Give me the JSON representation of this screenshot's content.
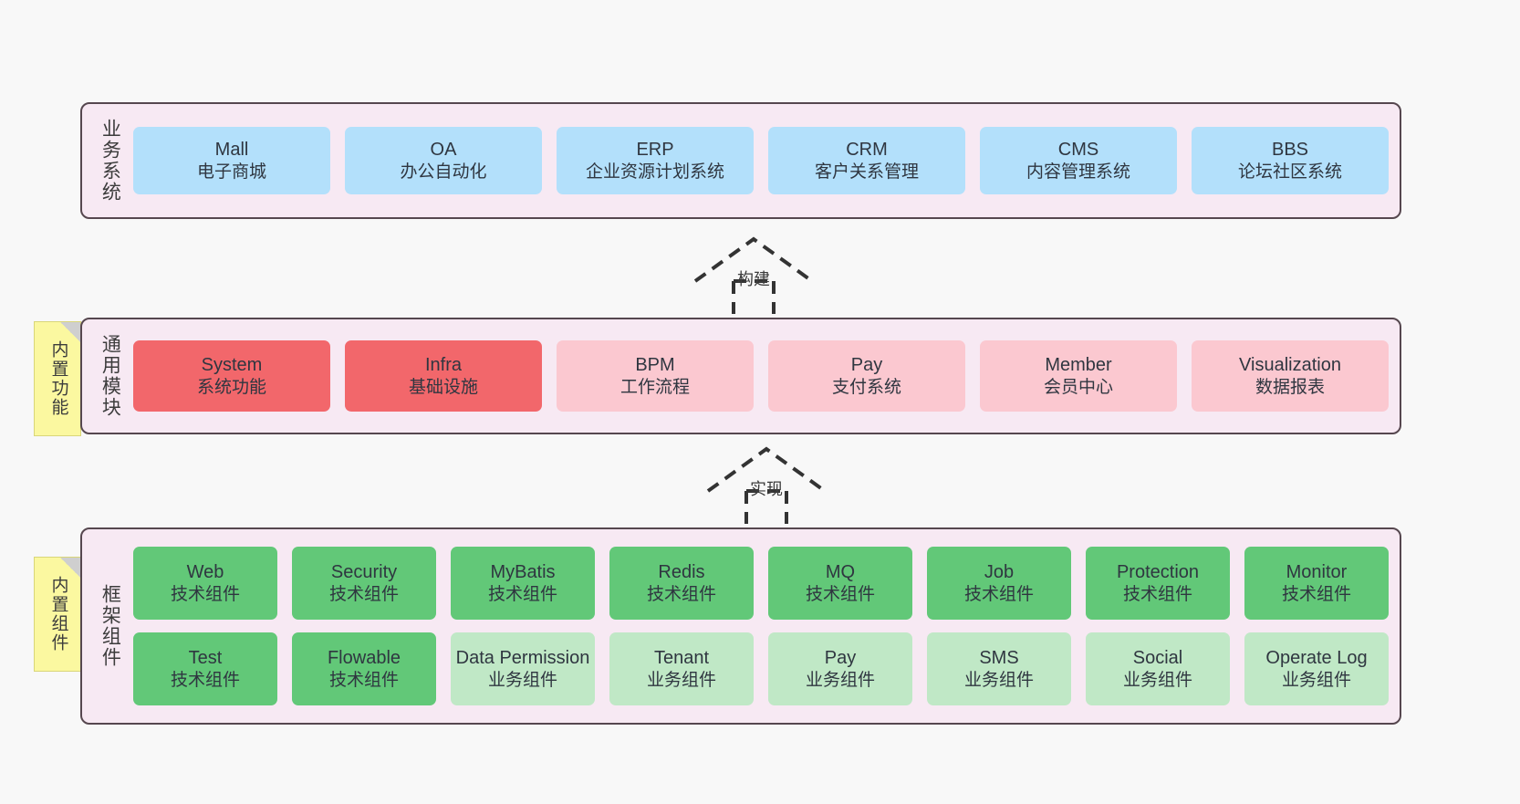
{
  "diagram": {
    "background": "#f8f8f8",
    "panel_bg": "#f7e9f3",
    "panel_border": "#56474f",
    "sticky_bg": "#fbf8a0"
  },
  "layers": [
    {
      "key": "business",
      "title": "业务系统",
      "sticky": null,
      "rows": [
        {
          "cells": [
            {
              "en": "Mall",
              "cn": "电子商城",
              "color": "#b3e0fb",
              "variant": "c-blue"
            },
            {
              "en": "OA",
              "cn": "办公自动化",
              "color": "#b3e0fb",
              "variant": "c-blue"
            },
            {
              "en": "ERP",
              "cn": "企业资源计划系统",
              "color": "#b3e0fb",
              "variant": "c-blue"
            },
            {
              "en": "CRM",
              "cn": "客户关系管理",
              "color": "#b3e0fb",
              "variant": "c-blue"
            },
            {
              "en": "CMS",
              "cn": "内容管理系统",
              "color": "#b3e0fb",
              "variant": "c-blue"
            },
            {
              "en": "BBS",
              "cn": "论坛社区系统",
              "color": "#b3e0fb",
              "variant": "c-blue"
            }
          ]
        }
      ]
    },
    {
      "key": "modules",
      "title": "通用模块",
      "sticky": "内置功能",
      "rows": [
        {
          "cells": [
            {
              "en": "System",
              "cn": "系统功能",
              "color": "#f2676b",
              "variant": "c-red"
            },
            {
              "en": "Infra",
              "cn": "基础设施",
              "color": "#f2676b",
              "variant": "c-red"
            },
            {
              "en": "BPM",
              "cn": "工作流程",
              "color": "#fbc8d0",
              "variant": "c-pink"
            },
            {
              "en": "Pay",
              "cn": "支付系统",
              "color": "#fbc8d0",
              "variant": "c-pink"
            },
            {
              "en": "Member",
              "cn": "会员中心",
              "color": "#fbc8d0",
              "variant": "c-pink"
            },
            {
              "en": "Visualization",
              "cn": "数据报表",
              "color": "#fbc8d0",
              "variant": "c-pink"
            }
          ]
        }
      ]
    },
    {
      "key": "framework",
      "title": "框架组件",
      "sticky": "内置组件",
      "rows": [
        {
          "cells": [
            {
              "en": "Web",
              "cn": "技术组件",
              "color": "#62c878",
              "variant": "c-green"
            },
            {
              "en": "Security",
              "cn": "技术组件",
              "color": "#62c878",
              "variant": "c-green"
            },
            {
              "en": "MyBatis",
              "cn": "技术组件",
              "color": "#62c878",
              "variant": "c-green"
            },
            {
              "en": "Redis",
              "cn": "技术组件",
              "color": "#62c878",
              "variant": "c-green"
            },
            {
              "en": "MQ",
              "cn": "技术组件",
              "color": "#62c878",
              "variant": "c-green"
            },
            {
              "en": "Job",
              "cn": "技术组件",
              "color": "#62c878",
              "variant": "c-green"
            },
            {
              "en": "Protection",
              "cn": "技术组件",
              "color": "#62c878",
              "variant": "c-green"
            },
            {
              "en": "Monitor",
              "cn": "技术组件",
              "color": "#62c878",
              "variant": "c-green"
            }
          ]
        },
        {
          "cells": [
            {
              "en": "Test",
              "cn": "技术组件",
              "color": "#62c878",
              "variant": "c-green"
            },
            {
              "en": "Flowable",
              "cn": "技术组件",
              "color": "#62c878",
              "variant": "c-green"
            },
            {
              "en": "Data Permission",
              "cn": "业务组件",
              "color": "#c0e8c6",
              "variant": "c-lightgreen"
            },
            {
              "en": "Tenant",
              "cn": "业务组件",
              "color": "#c0e8c6",
              "variant": "c-lightgreen"
            },
            {
              "en": "Pay",
              "cn": "业务组件",
              "color": "#c0e8c6",
              "variant": "c-lightgreen"
            },
            {
              "en": "SMS",
              "cn": "业务组件",
              "color": "#c0e8c6",
              "variant": "c-lightgreen"
            },
            {
              "en": "Social",
              "cn": "业务组件",
              "color": "#c0e8c6",
              "variant": "c-lightgreen"
            },
            {
              "en": "Operate Log",
              "cn": "业务组件",
              "color": "#c0e8c6",
              "variant": "c-lightgreen"
            }
          ]
        }
      ]
    }
  ],
  "arrows": [
    {
      "key": "build",
      "label": "构建",
      "style": "dashed-hollow-up"
    },
    {
      "key": "implement",
      "label": "实现",
      "style": "dashed-hollow-up"
    }
  ]
}
